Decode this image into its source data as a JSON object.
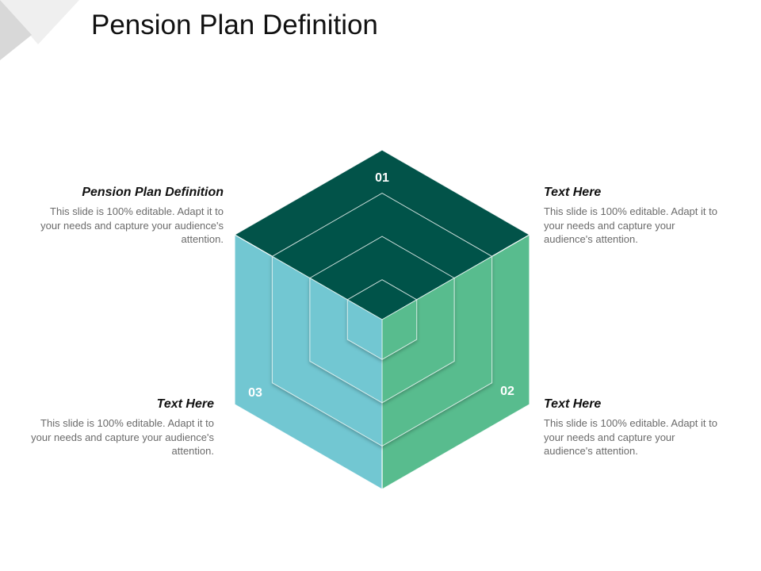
{
  "title": "Pension Plan Definition",
  "colors": {
    "top_face": "#025349",
    "left_face": "#72c7d2",
    "right_face": "#58bc8e",
    "corner_light": "#efefef",
    "corner_dark": "#d8d8d8"
  },
  "segments": [
    {
      "number": "01"
    },
    {
      "number": "02"
    },
    {
      "number": "03"
    }
  ],
  "blocks": {
    "top_left": {
      "heading": "Pension Plan Definition",
      "body": "This slide is 100% editable. Adapt it to your needs and capture your audience's attention."
    },
    "top_right": {
      "heading": "Text Here",
      "body": "This slide is 100% editable. Adapt it to your needs and capture your audience's attention."
    },
    "bottom_left": {
      "heading": "Text Here",
      "body": "This slide is 100% editable. Adapt it to your needs and capture your audience's attention."
    },
    "bottom_right": {
      "heading": "Text Here",
      "body": "This slide is 100% editable. Adapt it to your needs and capture your audience's attention."
    }
  }
}
